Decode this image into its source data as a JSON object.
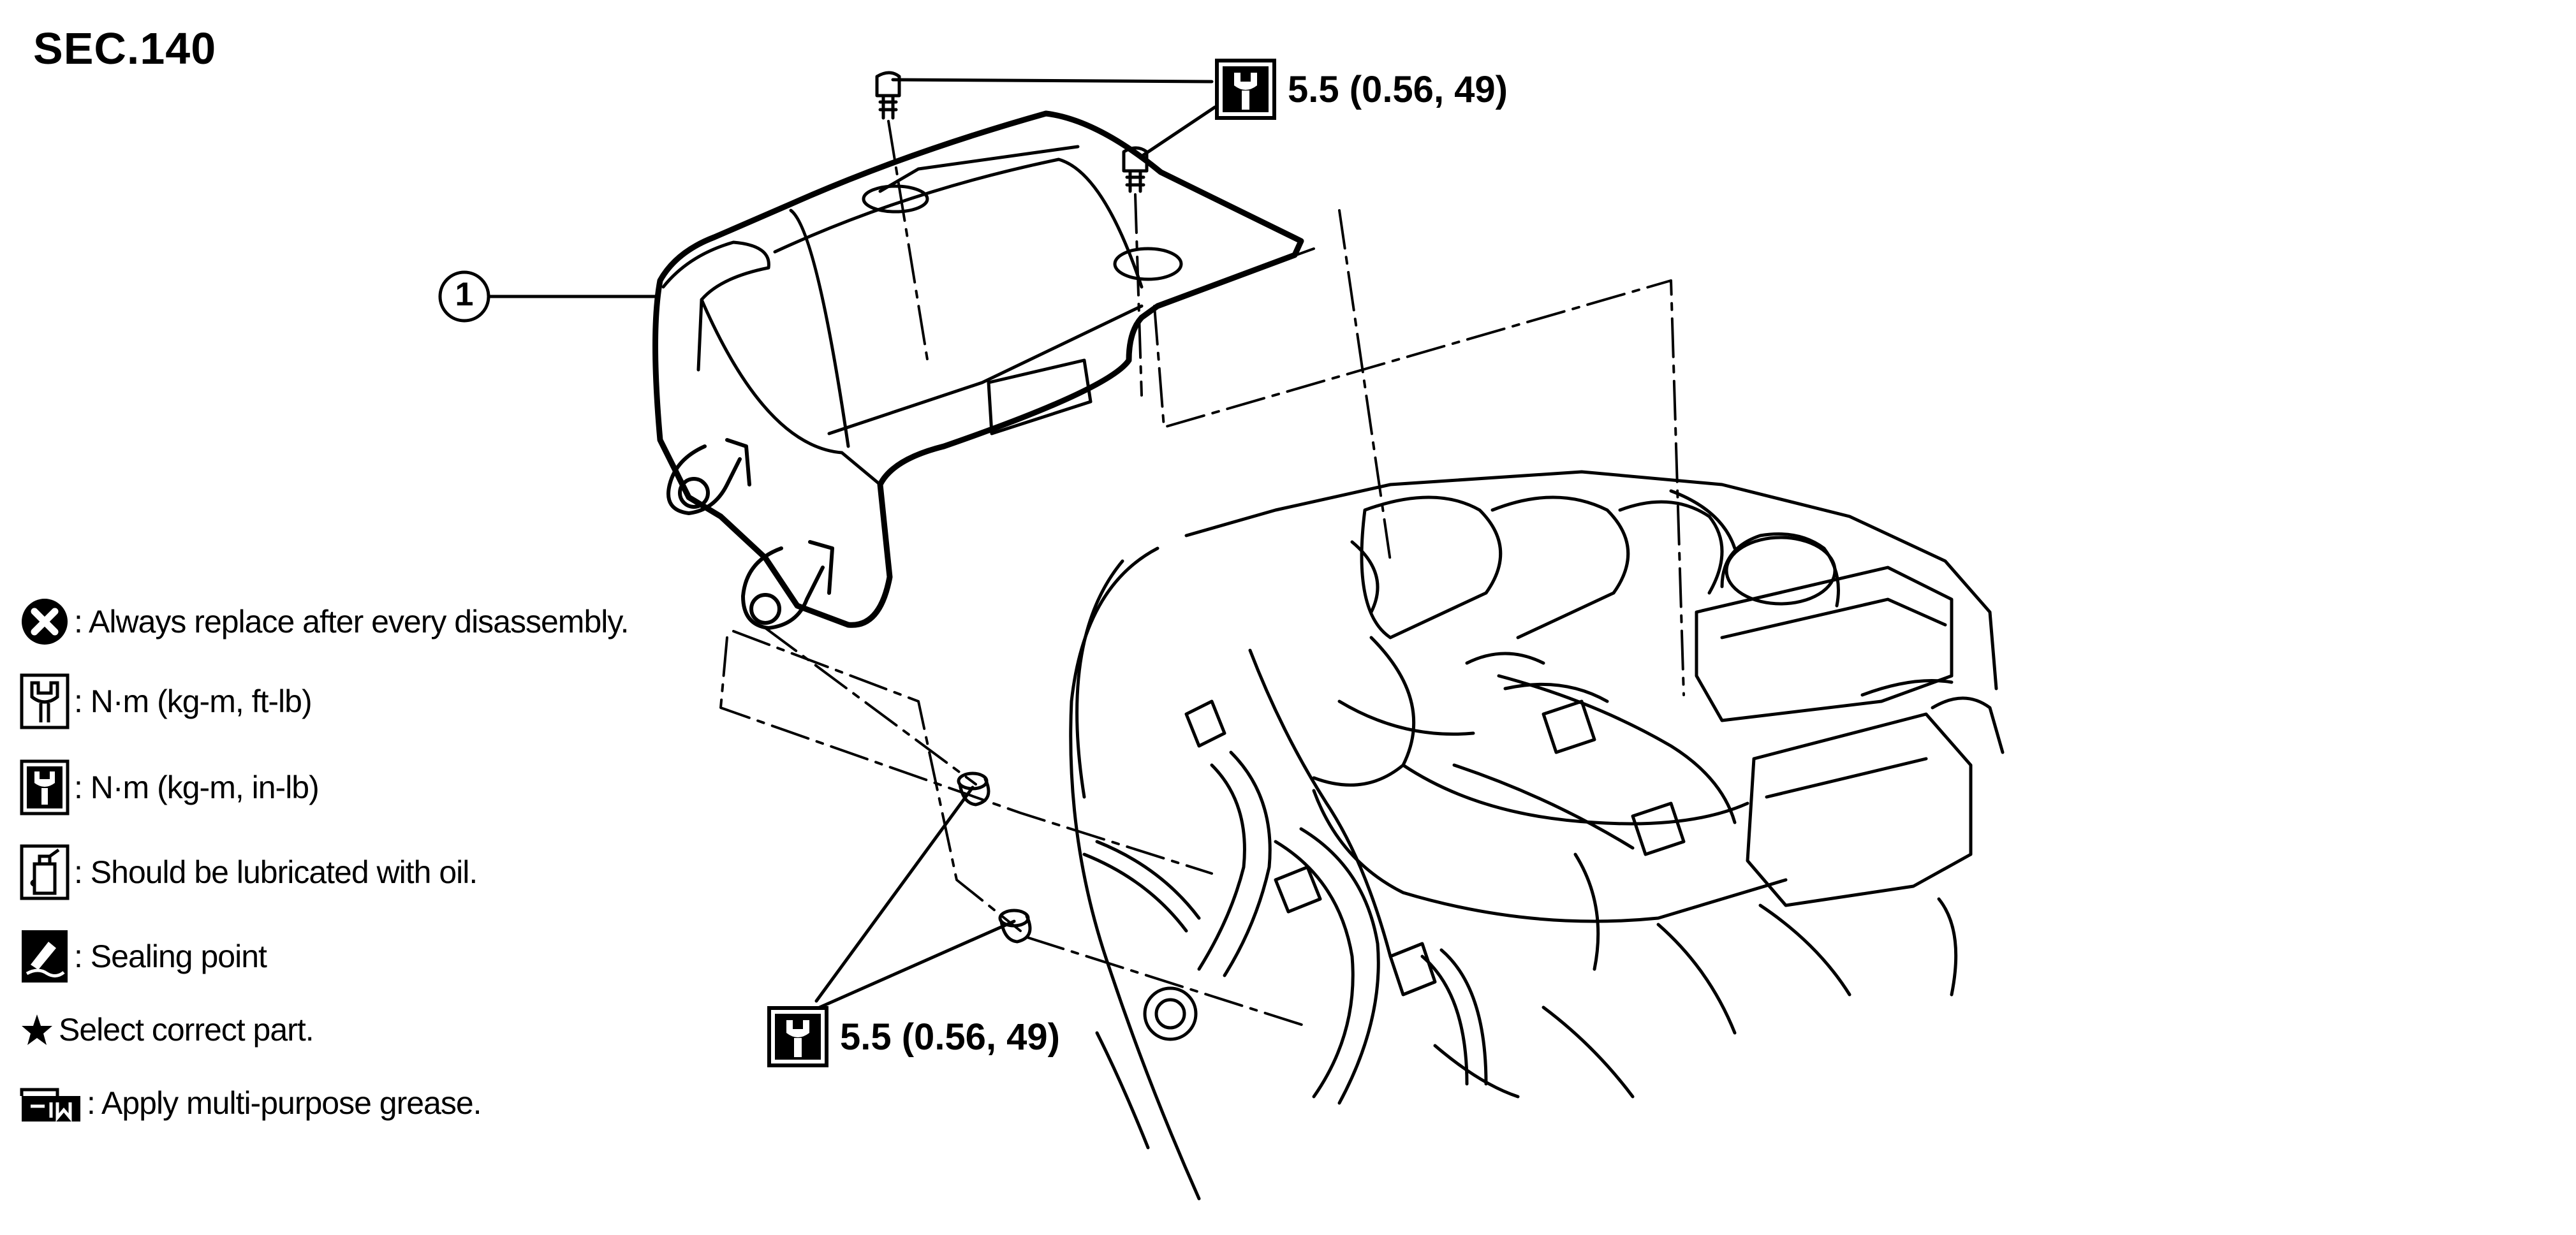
{
  "section_code": "SEC.140",
  "callouts": [
    {
      "number": "1"
    }
  ],
  "torque_specs": [
    {
      "icon": "torque-wrench-in-lb-icon",
      "value": "5.5 (0.56, 49)"
    },
    {
      "icon": "torque-wrench-in-lb-icon",
      "value": "5.5 (0.56, 49)"
    }
  ],
  "legend": [
    {
      "icon": "always-replace-icon",
      "text": ": Always replace after every disassembly."
    },
    {
      "icon": "torque-wrench-ft-lb-icon",
      "text": ": N·m (kg-m, ft-lb)"
    },
    {
      "icon": "torque-wrench-in-lb-icon",
      "text": ": N·m (kg-m, in-lb)"
    },
    {
      "icon": "oil-can-icon",
      "text": ": Should be lubricated with oil."
    },
    {
      "icon": "sealant-icon",
      "text": ": Sealing point"
    },
    {
      "icon": "star-icon",
      "text": "Select correct part."
    },
    {
      "icon": "grease-gun-icon",
      "text": ": Apply multi-purpose grease."
    }
  ]
}
